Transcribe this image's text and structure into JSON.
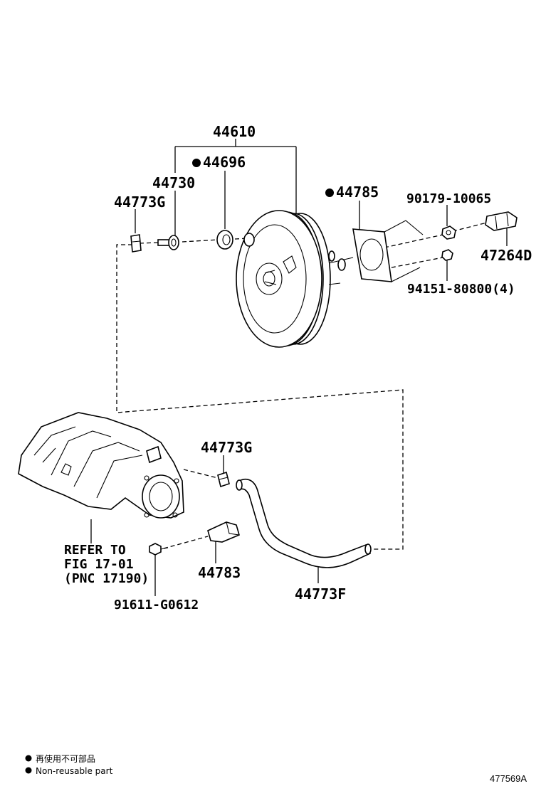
{
  "labels": {
    "booster_assy": "44610",
    "check_valve": "44696",
    "connector": "44730",
    "union_top": "44773G",
    "gasket": "44785",
    "nut": "90179-10065",
    "bracket": "47264D",
    "nut_set": "94151-80800(4)",
    "union_lower": "44773G",
    "clamp": "44783",
    "hose": "44773F",
    "bolt": "91611-G0612"
  },
  "refer": {
    "line1": "REFER TO",
    "line2": "FIG 17-01",
    "line3": "(PNC 17190)"
  },
  "legend": {
    "japanese": "再使用不可部品",
    "english": "Non-reusable part"
  },
  "figure_id": "477569A"
}
